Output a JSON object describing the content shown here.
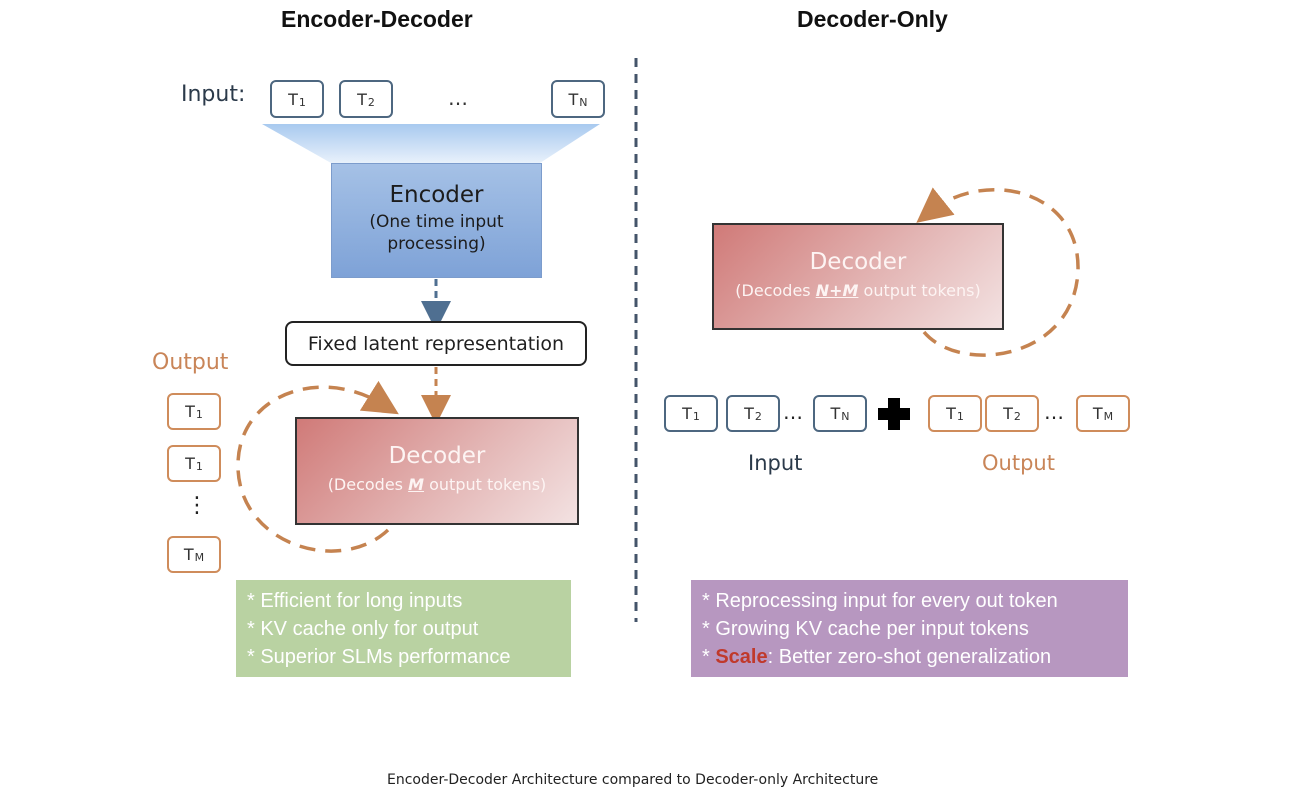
{
  "titles": {
    "left": "Encoder-Decoder",
    "right": "Decoder-Only"
  },
  "left": {
    "input_label": "Input:",
    "input_tokens": [
      {
        "t": "T",
        "s": "1"
      },
      {
        "t": "T",
        "s": "2"
      },
      {
        "t": "…",
        "s": ""
      },
      {
        "t": "T",
        "s": "N"
      }
    ],
    "encoder_title": "Encoder",
    "encoder_sub1": "(One time input",
    "encoder_sub2": "processing)",
    "fixed_latent": "Fixed latent representation",
    "output_label": "Output",
    "output_tokens": [
      {
        "t": "T",
        "s": "1"
      },
      {
        "t": "T",
        "s": "1"
      },
      {
        "t": "⋮",
        "s": ""
      },
      {
        "t": "T",
        "s": "M"
      }
    ],
    "decoder_title": "Decoder",
    "decoder_sub_pre": "(Decodes ",
    "decoder_sub_em": "M",
    "decoder_sub_post": " output tokens)",
    "notes": [
      "* Efficient for long inputs",
      "* KV cache only for output",
      "* Superior SLMs performance"
    ]
  },
  "right": {
    "decoder_title": "Decoder",
    "decoder_sub_pre": "(Decodes ",
    "decoder_sub_em": "N+M",
    "decoder_sub_post": " output tokens)",
    "input_tokens": [
      {
        "t": "T",
        "s": "1"
      },
      {
        "t": "T",
        "s": "2"
      },
      {
        "t": "T",
        "s": "N"
      }
    ],
    "output_tokens": [
      {
        "t": "T",
        "s": "1"
      },
      {
        "t": "T",
        "s": "2"
      },
      {
        "t": "T",
        "s": "M"
      }
    ],
    "ellipsis": "…",
    "input_label": "Input",
    "output_label": "Output",
    "notes": [
      {
        "prefix": "* ",
        "highlight": "",
        "text": "Reprocessing input for every out token"
      },
      {
        "prefix": "* ",
        "highlight": "",
        "text": "Growing KV cache per input tokens"
      },
      {
        "prefix": "* ",
        "highlight": "Scale",
        "text": ": Better zero-shot generalization"
      }
    ]
  },
  "caption": "Encoder-Decoder Architecture compared to Decoder-only Architecture",
  "colors": {
    "token_blue_border": "#4d6780",
    "token_orange_border": "#cf8c5b",
    "output_label": "#c98558",
    "arrow_blue": "#4f6f91",
    "arrow_orange": "#c58350",
    "green_note_bg": "#b9d2a2",
    "purple_note_bg": "#b797c0",
    "scale_red": "#c0392b",
    "divider": "#44546a"
  }
}
